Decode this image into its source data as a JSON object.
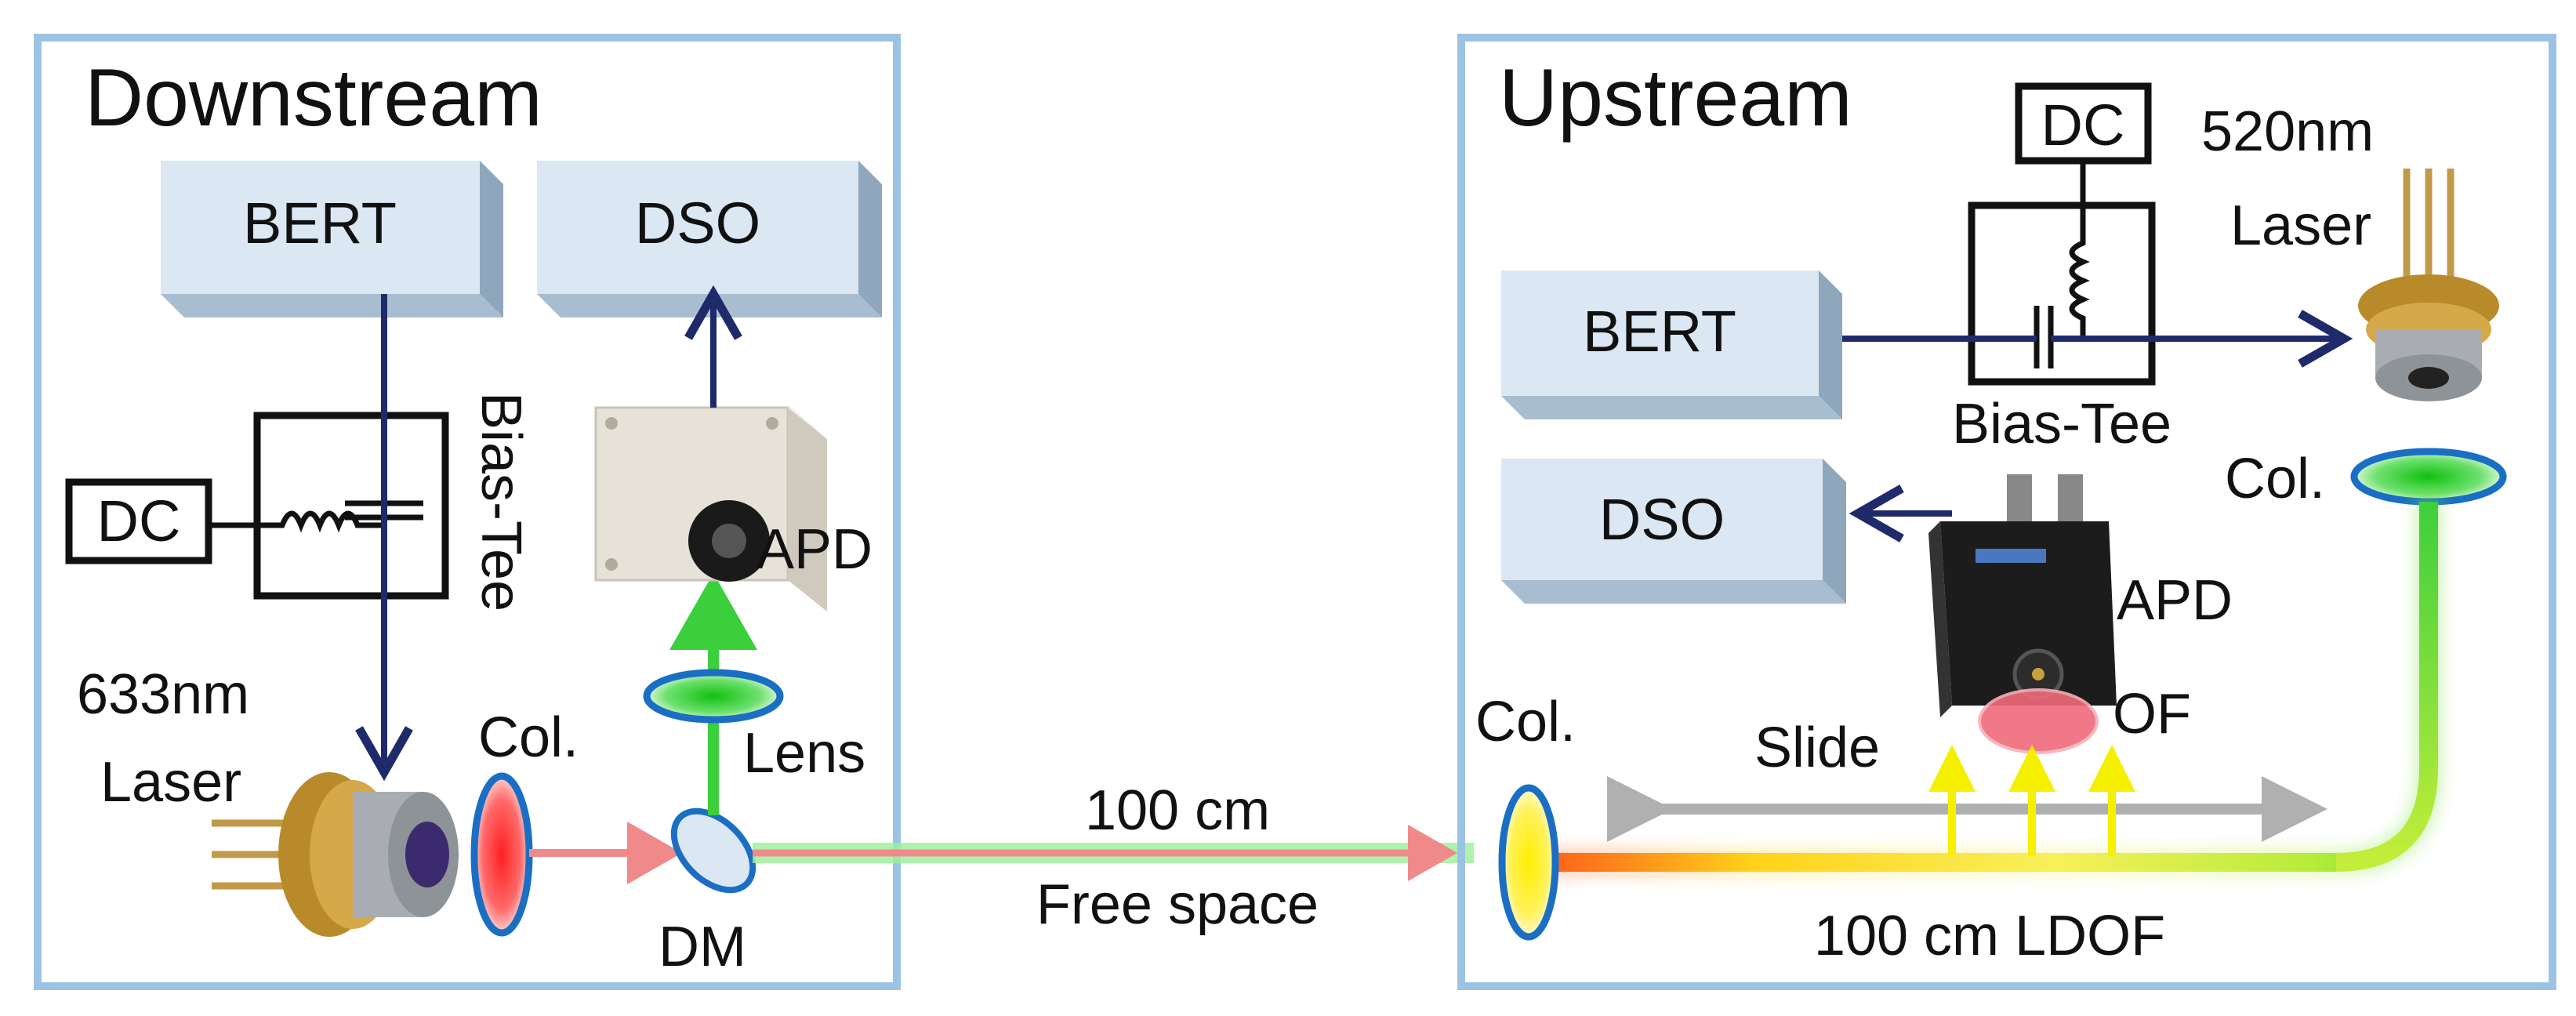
{
  "downstream": {
    "title": "Downstream",
    "bert": "BERT",
    "dso": "DSO",
    "dc": "DC",
    "bias_tee": "Bias-Tee",
    "laser_wavelength": "633nm",
    "laser": "Laser",
    "collimator": "Col.",
    "dm": "DM",
    "lens": "Lens",
    "apd": "APD"
  },
  "link": {
    "distance": "100 cm",
    "medium": "Free space"
  },
  "upstream": {
    "title": "Upstream",
    "bert": "BERT",
    "dso": "DSO",
    "dc": "DC",
    "bias_tee": "Bias-Tee",
    "laser_wavelength": "520nm",
    "laser": "Laser",
    "collimator_top": "Col.",
    "collimator_bottom": "Col.",
    "apd": "APD",
    "of": "OF",
    "slide": "Slide",
    "fiber": "100 cm LDOF"
  },
  "colors": {
    "panel_border": "#9cc3e4",
    "box_fill": "#dbe7f3",
    "signal_line": "#1f2a6b",
    "red_beam": "#f08a8a",
    "green_beam": "#3ccf3c",
    "yellow_arrow": "#f5f000",
    "slide_arrow": "#b0b0b0",
    "optic_edge": "#1a6fc4"
  }
}
